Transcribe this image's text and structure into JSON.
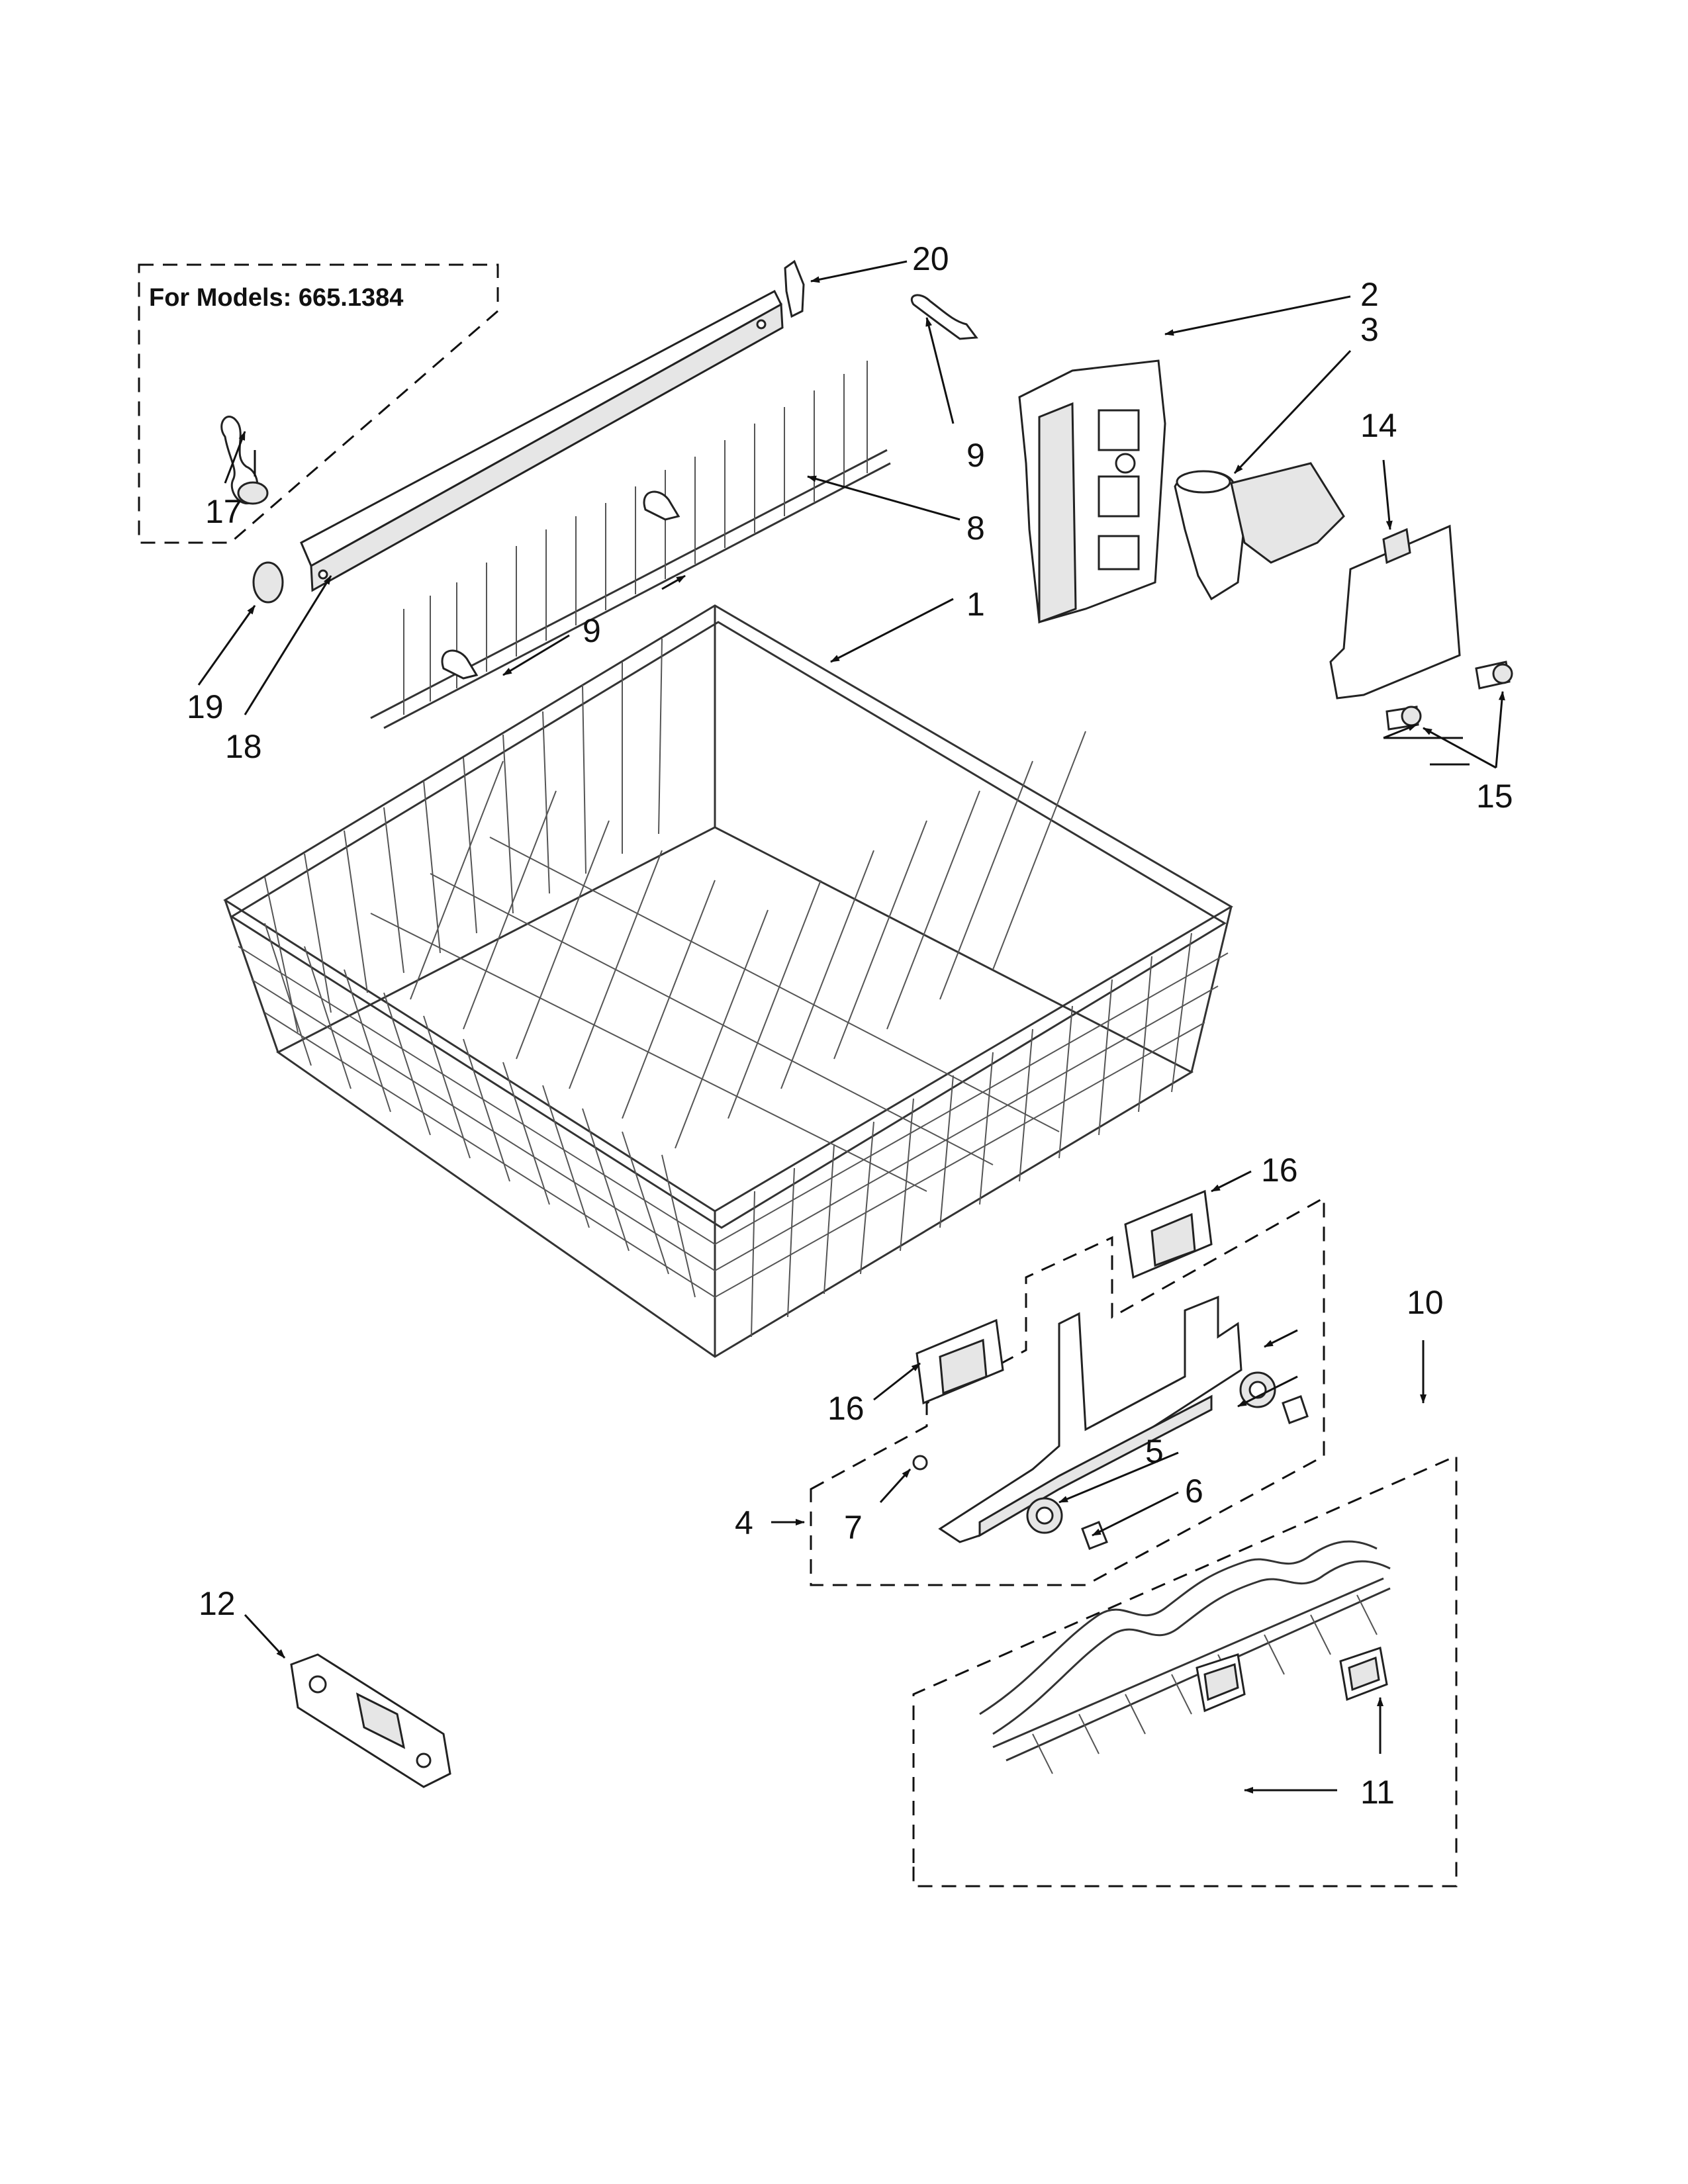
{
  "diagram": {
    "models_label": "For Models: 665.1384",
    "callouts": {
      "c1": "1",
      "c2": "2",
      "c3": "3",
      "c4": "4",
      "c5": "5",
      "c6": "6",
      "c7": "7",
      "c8": "8",
      "c9a": "9",
      "c9b": "9",
      "c10": "10",
      "c11": "11",
      "c12": "12",
      "c14": "14",
      "c15": "15",
      "c16a": "16",
      "c16b": "16",
      "c17": "17",
      "c18": "18",
      "c19": "19",
      "c20": "20"
    }
  }
}
